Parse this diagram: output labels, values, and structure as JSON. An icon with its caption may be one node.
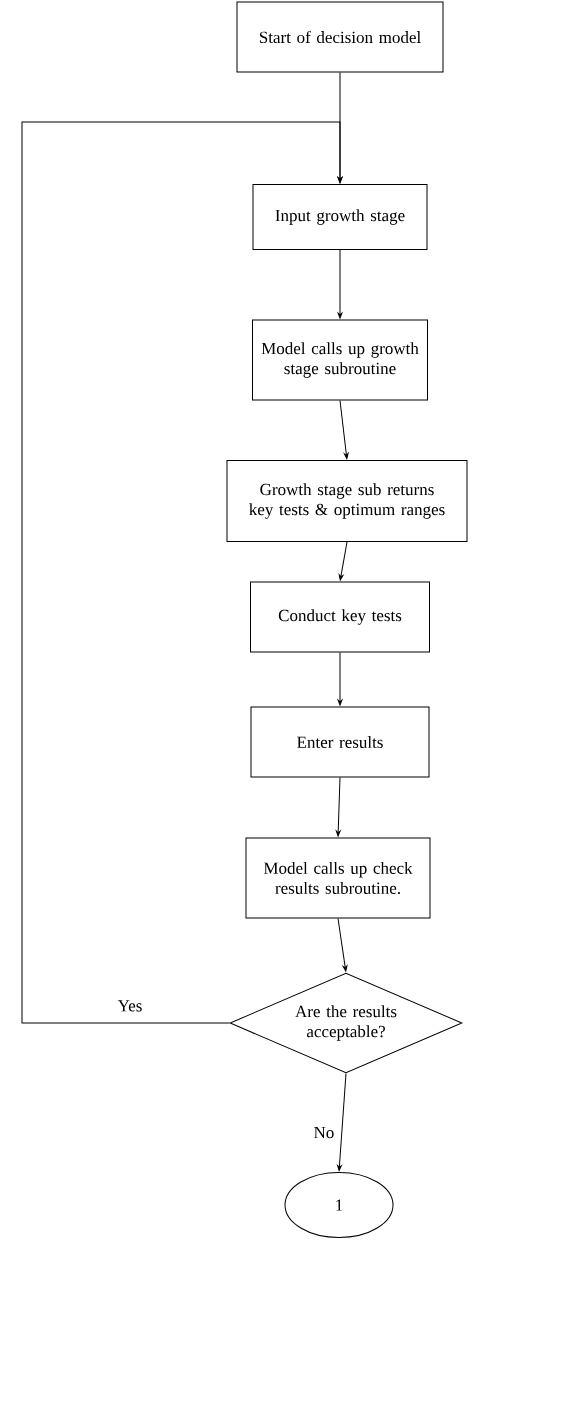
{
  "diagram": {
    "nodes": [
      {
        "text": [
          "Start of decision model"
        ]
      },
      {
        "text": [
          "Input growth stage"
        ]
      },
      {
        "text": [
          "Model calls up growth stage subroutine"
        ]
      },
      {
        "text": [
          "Growth stage sub returns key tests & optimum ranges"
        ]
      },
      {
        "text": [
          "Conduct key tests"
        ]
      },
      {
        "text": [
          "Enter results"
        ]
      },
      {
        "text": [
          "Model calls up check results subroutine."
        ]
      },
      {
        "text": [
          "Are the results acceptable?"
        ]
      },
      {
        "text": [
          "1"
        ]
      }
    ],
    "edges": [
      {
        "from": 0,
        "to": 1,
        "arrow": "to"
      },
      {
        "from": 1,
        "to": 2,
        "arrow": "to"
      },
      {
        "from": 2,
        "to": 3,
        "arrow": "to"
      },
      {
        "from": 3,
        "to": 4,
        "arrow": "to"
      },
      {
        "from": 4,
        "to": 5,
        "arrow": "to"
      },
      {
        "from": 5,
        "to": 6,
        "arrow": "to"
      },
      {
        "from": 6,
        "to": 7,
        "arrow": "to"
      },
      {
        "from": 7,
        "to": 1,
        "arrow": "to",
        "label": "Yes"
      },
      {
        "from": 7,
        "to": 8,
        "arrow": "to",
        "label": "No"
      }
    ]
  }
}
